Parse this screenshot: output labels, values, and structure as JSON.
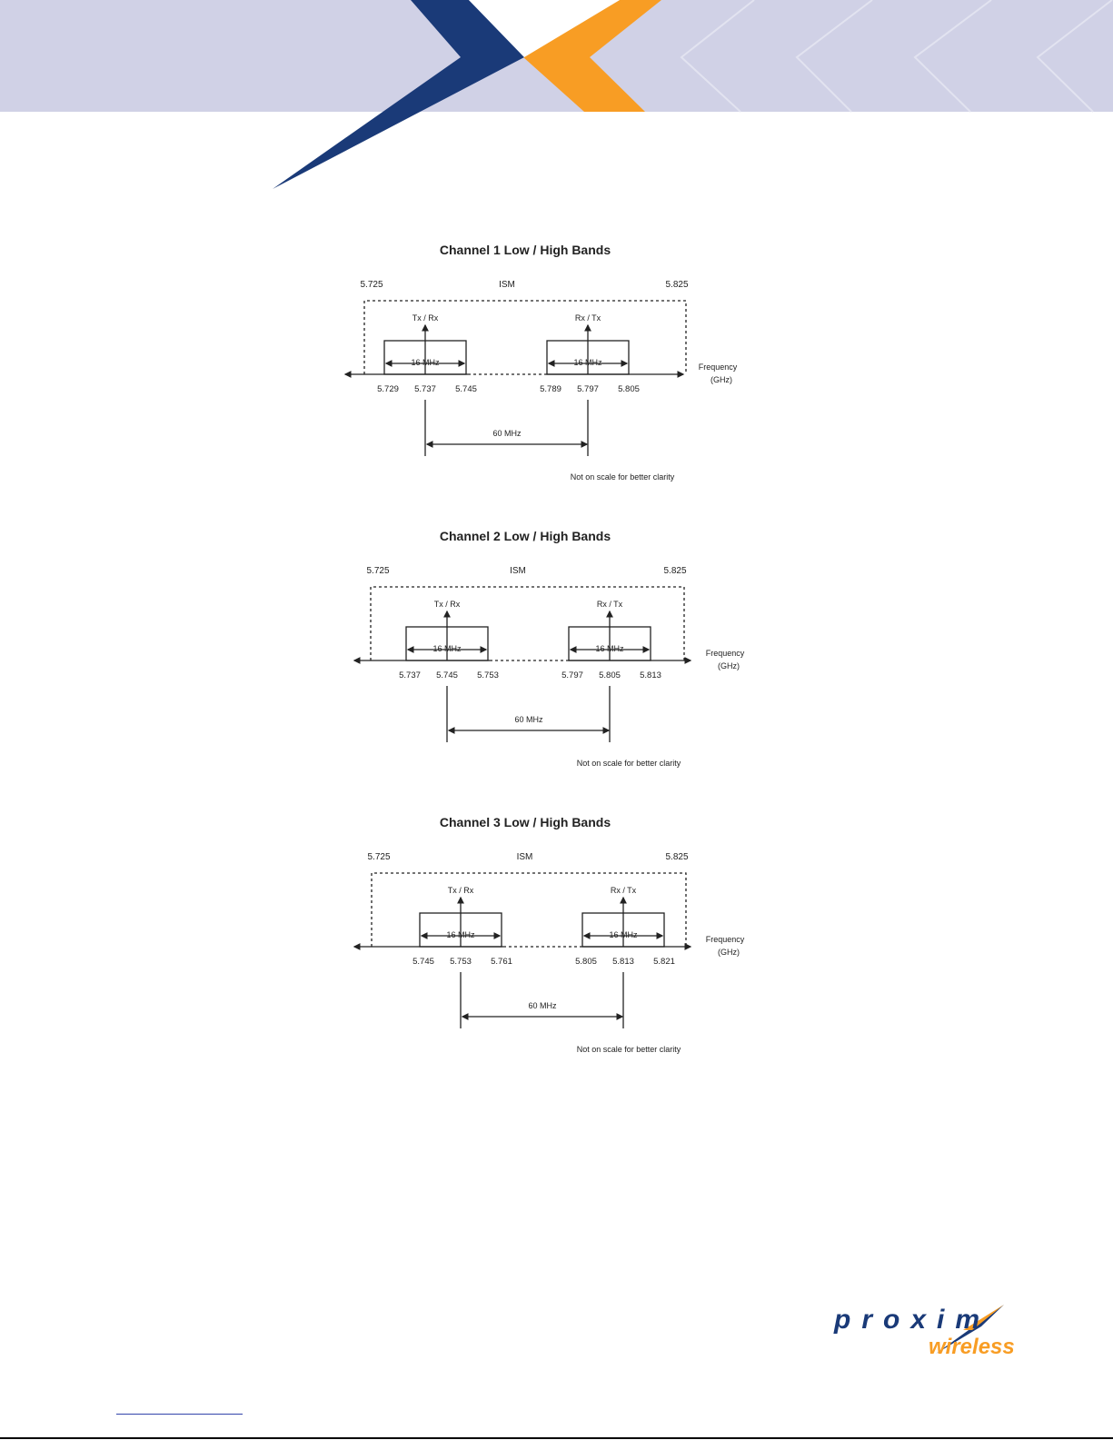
{
  "colors": {
    "band": "#d0d1e6",
    "navy": "#1a3a78",
    "orange": "#f89d24"
  },
  "logo": {
    "word1": "proxim",
    "word2": "wireless"
  },
  "common": {
    "ism_label": "ISM",
    "ism_low": "5.725",
    "ism_high": "5.825",
    "bandwidth_label": "16 MHz",
    "separation_label": "60 MHz",
    "freq_label_1": "Frequency",
    "freq_label_2": "(GHz)",
    "left_label": "Tx / Rx",
    "right_label": "Rx / Tx",
    "note": "Not on scale for better clarity"
  },
  "diagrams": [
    {
      "title": "Channel 1 Low / High Bands",
      "low": [
        "5.729",
        "5.737",
        "5.745"
      ],
      "high": [
        "5.789",
        "5.797",
        "5.805"
      ]
    },
    {
      "title": "Channel 2 Low / High Bands",
      "low": [
        "5.737",
        "5.745",
        "5.753"
      ],
      "high": [
        "5.797",
        "5.805",
        "5.813"
      ]
    },
    {
      "title": "Channel 3 Low / High Bands",
      "low": [
        "5.745",
        "5.753",
        "5.761"
      ],
      "high": [
        "5.805",
        "5.813",
        "5.821"
      ]
    }
  ]
}
